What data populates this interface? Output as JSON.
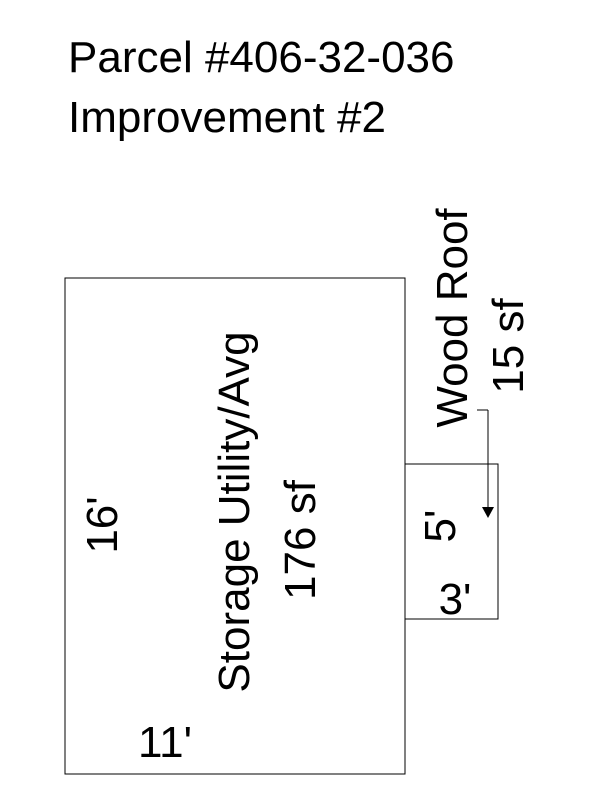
{
  "header": {
    "parcel": "Parcel #406-32-036",
    "improvement": "Improvement #2"
  },
  "sketch": {
    "main_area": {
      "name": "Storage Utility/Avg",
      "area": "176 sf",
      "height_dim": "16'",
      "width_dim": "11'"
    },
    "addition": {
      "name": "Wood Roof",
      "area": "15 sf",
      "height_dim": "5'",
      "width_dim": "3'"
    }
  },
  "colors": {
    "line": "#000000",
    "background": "#ffffff"
  }
}
